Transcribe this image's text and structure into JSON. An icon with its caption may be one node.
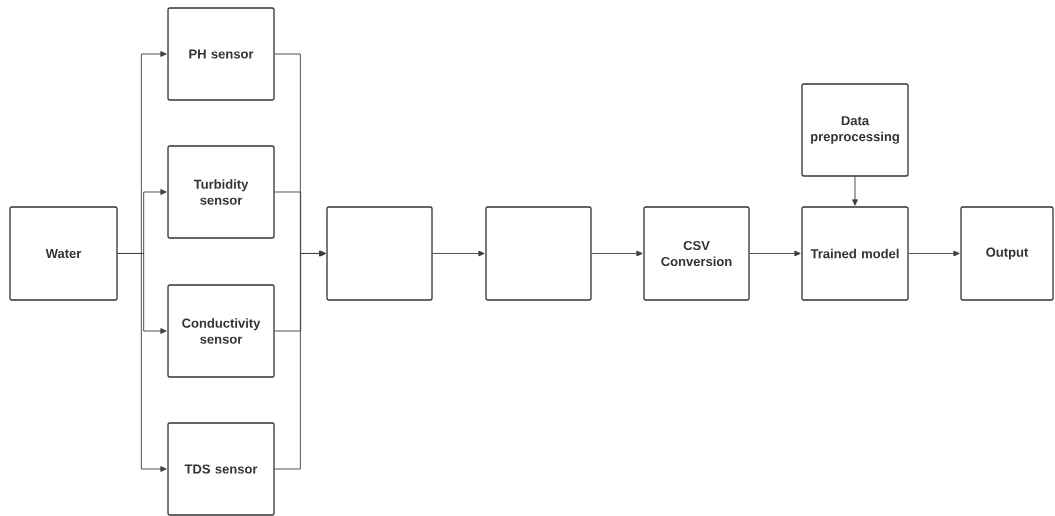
{
  "diagram": {
    "nodes": [
      {
        "text": [
          "Water"
        ]
      },
      {
        "text": [
          "PH sensor"
        ]
      },
      {
        "text": [
          "Turbidity sensor"
        ]
      },
      {
        "text": [
          "Conductivity sensor"
        ]
      },
      {
        "text": [
          "TDS sensor"
        ]
      },
      {
        "text": [],
        "shape": "box"
      },
      {
        "text": [],
        "shape": "box"
      },
      {
        "text": [
          "CSV Conversion"
        ]
      },
      {
        "text": [
          "Data preprocessing"
        ]
      },
      {
        "text": [
          "Trained model"
        ]
      },
      {
        "text": [
          "Output"
        ]
      }
    ],
    "edges": [
      {
        "from": 0,
        "to": 1,
        "arrow": "to"
      },
      {
        "from": 0,
        "to": 2,
        "arrow": "to"
      },
      {
        "from": 0,
        "to": 3,
        "arrow": "to"
      },
      {
        "from": 0,
        "to": 4,
        "arrow": "to"
      },
      {
        "from": 1,
        "to": 5,
        "arrow": "to"
      },
      {
        "from": 2,
        "to": 5,
        "arrow": "to"
      },
      {
        "from": 3,
        "to": 5,
        "arrow": "to"
      },
      {
        "from": 4,
        "to": 5,
        "arrow": "to"
      },
      {
        "from": 5,
        "to": 6,
        "arrow": "to"
      },
      {
        "from": 6,
        "to": 7,
        "arrow": "to"
      },
      {
        "from": 7,
        "to": 9,
        "arrow": "to"
      },
      {
        "from": 8,
        "to": 9,
        "arrow": "to"
      },
      {
        "from": 9,
        "to": 10,
        "arrow": "to"
      }
    ]
  }
}
